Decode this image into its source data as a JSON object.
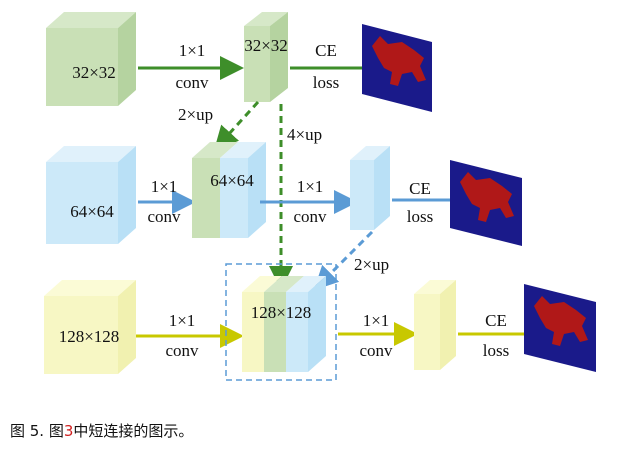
{
  "rows": [
    {
      "input_label": "32×32",
      "conv": [
        "1×1",
        "conv"
      ],
      "feature_label": "32×32",
      "loss": [
        "CE",
        "loss"
      ]
    },
    {
      "input_label": "64×64",
      "conv": [
        "1×1",
        "conv"
      ],
      "feature_label": "64×64",
      "conv2": [
        "1×1",
        "conv"
      ],
      "loss": [
        "CE",
        "loss"
      ]
    },
    {
      "input_label": "128×128",
      "conv": [
        "1×1",
        "conv"
      ],
      "feature_label": "128×128",
      "conv2": [
        "1×1",
        "conv"
      ],
      "loss": [
        "CE",
        "loss"
      ]
    }
  ],
  "skip_labels": {
    "up_2x_green": "2×up",
    "up_4x": "4×up",
    "up_2x_blue": "2×up"
  },
  "caption": {
    "prefix": "图 5. 图",
    "ref": "3",
    "suffix": "中短连接的图示。"
  },
  "colors": {
    "green": "#3e8e2a",
    "blue": "#5b9bd5",
    "yellow": "#c8c800",
    "mask_bg": "#1a1a8a",
    "mask_fg": "#b01818"
  }
}
